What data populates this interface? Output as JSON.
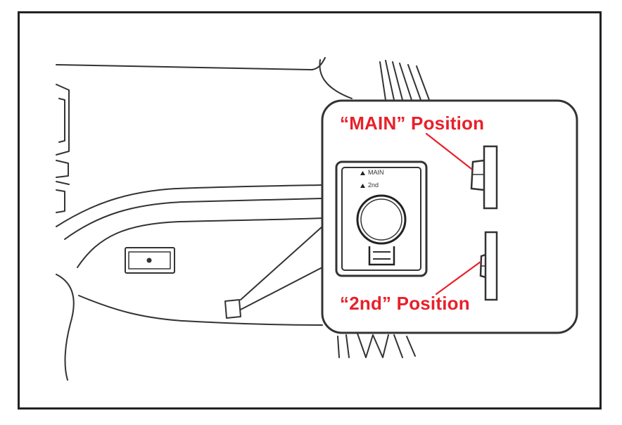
{
  "labels": {
    "main_position": "“MAIN” Position",
    "second_position": "“2nd” Position"
  },
  "switch_panel": {
    "main_text": "MAIN",
    "second_text": "2nd"
  },
  "colors": {
    "callout_text": "#e8202a",
    "line_art": "#333333",
    "frame": "#222222"
  }
}
